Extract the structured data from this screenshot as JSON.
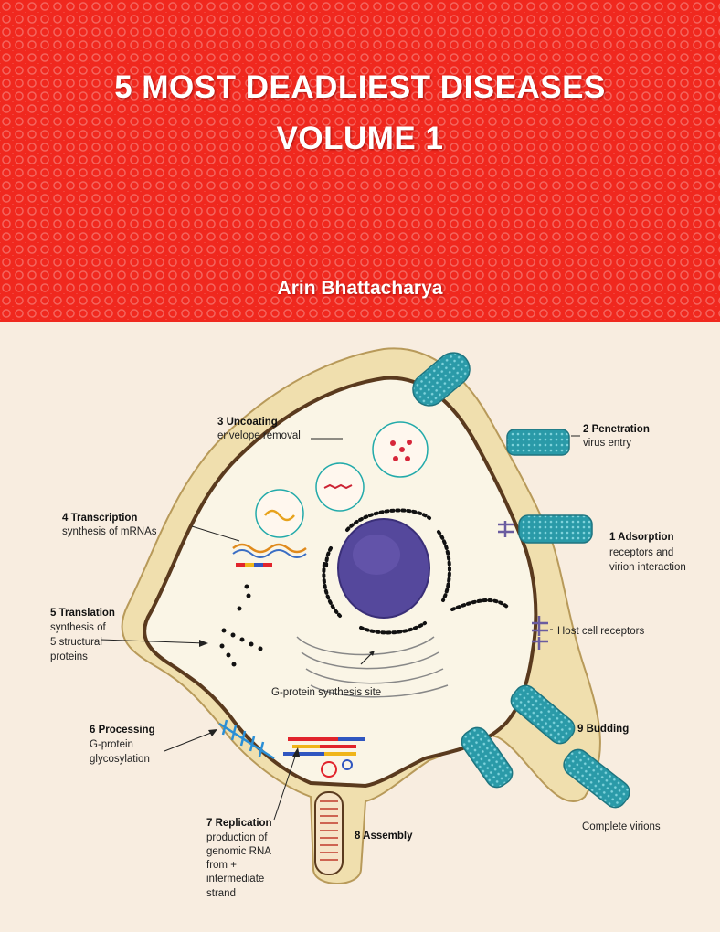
{
  "cover": {
    "title_line1": "5 MOST  DEADLIEST DISEASES",
    "title_line2": "VOLUME 1",
    "author": "Arin Bhattacharya",
    "colors": {
      "top_band": "#f0281e",
      "bottom_background": "#f8ede0",
      "cell_fill": "#f8f1dc",
      "cell_outline": "#5a3a1e",
      "virion": "#2a9aa8",
      "nucleus": "#55489c"
    }
  },
  "diagram": {
    "labels": {
      "uncoating_title": "3 Uncoating",
      "uncoating_desc": "envelope removal",
      "penetration_title": "2 Penetration",
      "penetration_desc": "virus entry",
      "transcription_title": "4 Transcription",
      "transcription_desc": "synthesis of mRNAs",
      "adsorption_title": "1 Adsorption",
      "adsorption_desc1": "receptors and",
      "adsorption_desc2": "virion interaction",
      "translation_title": "5 Translation",
      "translation_desc1": "synthesis of",
      "translation_desc2": "5 structural",
      "translation_desc3": "proteins",
      "host_receptors": "Host cell receptors",
      "gprotein_site": "G-protein synthesis site",
      "processing_title": "6 Processing",
      "processing_desc1": "G-protein",
      "processing_desc2": "glycosylation",
      "budding_title": "9 Budding",
      "replication_title": "7 Replication",
      "replication_desc1": "production of",
      "replication_desc2": "genomic RNA",
      "replication_desc3": "from +",
      "replication_desc4": "intermediate",
      "replication_desc5": "strand",
      "assembly_title": "8 Assembly",
      "complete_virions": "Complete virions"
    }
  }
}
